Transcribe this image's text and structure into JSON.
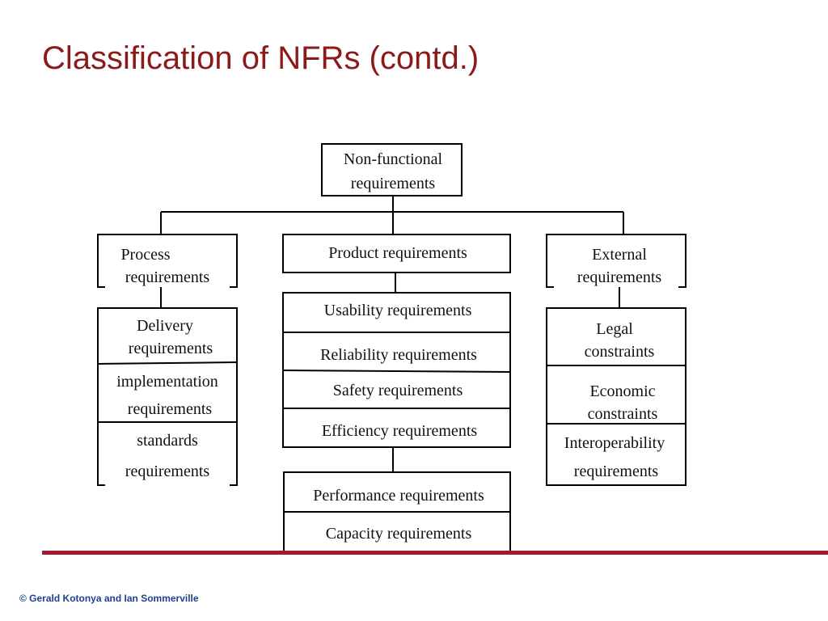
{
  "slide": {
    "title": "Classification of NFRs (contd.)",
    "footer": "© Gerald Kotonya and Ian Sommerville",
    "colors": {
      "title": "#8b1a1a",
      "bar": "#a01c2c",
      "footer": "#1f3f8f"
    }
  },
  "diagram": {
    "root": {
      "line1": "Non-functional",
      "line2": "requirements"
    },
    "process": {
      "header": {
        "line1": "Process",
        "line2": "requirements"
      },
      "items": [
        {
          "line1": "Delivery",
          "line2": "requirements"
        },
        {
          "line1": "implementation",
          "line2": "requirements"
        },
        {
          "line1": "standards",
          "line2": "requirements"
        }
      ]
    },
    "product": {
      "header": "Product requirements",
      "items": [
        "Usability requirements",
        "Reliability requirements",
        "Safety requirements",
        "Efficiency requirements"
      ],
      "efficiency_children": [
        "Performance requirements",
        "Capacity requirements"
      ]
    },
    "external": {
      "header": {
        "line1": "External",
        "line2": "requirements"
      },
      "items": [
        {
          "line1": "Legal",
          "line2": "constraints"
        },
        {
          "line1": "Economic",
          "line2": "constraints"
        },
        {
          "line1": "Interoperability",
          "line2": "requirements"
        }
      ]
    }
  }
}
